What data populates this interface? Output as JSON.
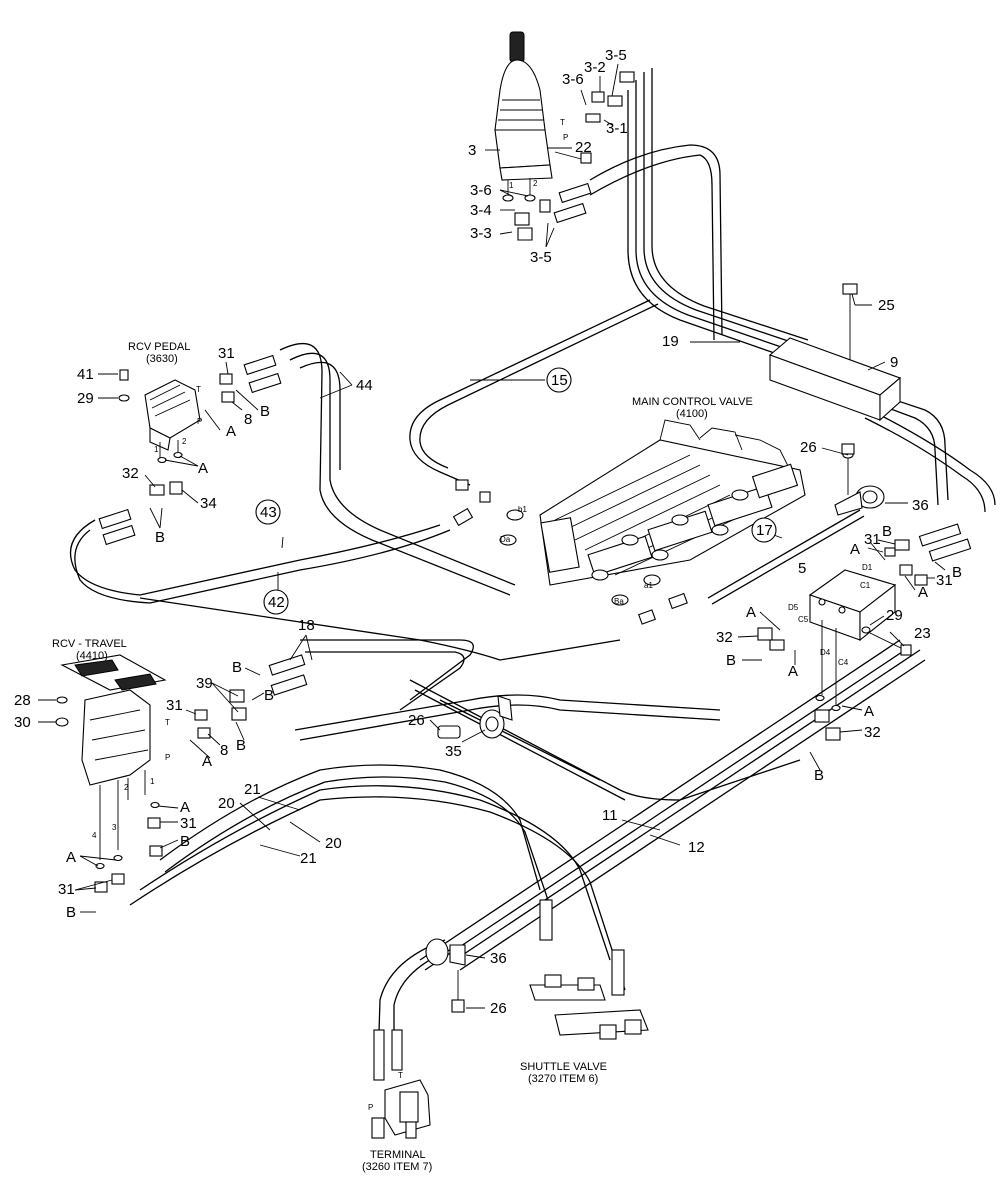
{
  "callouts": {
    "n3": "3",
    "n3_1": "3-1",
    "n3_2": "3-2",
    "n3_3": "3-3",
    "n3_4": "3-4",
    "n3_5a": "3-5",
    "n3_5b": "3-5",
    "n3_6a": "3-6",
    "n3_6b": "3-6",
    "n22": "22",
    "n25": "25",
    "n9": "9",
    "n19": "19",
    "n15": "15",
    "n41": "41",
    "n29a": "29",
    "n31a": "31",
    "n8a": "8",
    "nBa": "B",
    "nAa": "A",
    "nAb": "A",
    "n44": "44",
    "n32a": "32",
    "n34": "34",
    "nBb": "B",
    "n43": "43",
    "n42": "42",
    "n26a": "26",
    "n36a": "36",
    "n17": "17",
    "nAc": "A",
    "n31b": "31",
    "nBc": "B",
    "n31c": "31",
    "nBd": "B",
    "nAd": "A",
    "n5": "5",
    "nAe": "A",
    "n29b": "29",
    "n23": "23",
    "n32b": "32",
    "nBe": "B",
    "nAf": "A",
    "nAg": "A",
    "n32c": "32",
    "nBf": "B",
    "n18": "18",
    "nBg": "B",
    "n39": "39",
    "nBh": "B",
    "n31d": "31",
    "n8b": "8",
    "nAh": "A",
    "n28": "28",
    "n30": "30",
    "n26b": "26",
    "n35": "35",
    "nAi": "A",
    "n31e": "31",
    "nBi": "B",
    "n20a": "20",
    "n21a": "21",
    "n20b": "20",
    "n21b": "21",
    "nAj": "A",
    "n31f": "31",
    "nBj": "B",
    "n11": "11",
    "n12": "12",
    "n36b": "36",
    "n26c": "26"
  },
  "labels": {
    "rcv_pedal": "RCV PEDAL",
    "rcv_pedal_ref": "(3630)",
    "main_control_valve": "MAIN CONTROL VALVE",
    "main_control_valve_ref": "(4100)",
    "rcv_travel": "RCV - TRAVEL",
    "rcv_travel_ref": "(4410)",
    "shuttle_valve": "SHUTTLE VALVE",
    "shuttle_valve_ref": "(3270 ITEM 6)",
    "terminal": "TERMINAL",
    "terminal_ref": "(3260 ITEM 7)"
  },
  "port_marks": {
    "T1": "T",
    "P1": "P",
    "one1": "1",
    "two1": "2",
    "T2": "T",
    "P2": "P",
    "one2": "1",
    "two2": "2",
    "T3": "T",
    "P3": "P",
    "one3": "1",
    "two3": "2",
    "three3": "3",
    "four3": "4",
    "D1": "D1",
    "C1": "C1",
    "D5": "D5",
    "C5": "C5",
    "D4": "D4",
    "C4": "C4",
    "b1": "b1",
    "da": "Da",
    "b1b": "a1",
    "ba": "Ba",
    "Tt": "T",
    "Pt": "P"
  }
}
